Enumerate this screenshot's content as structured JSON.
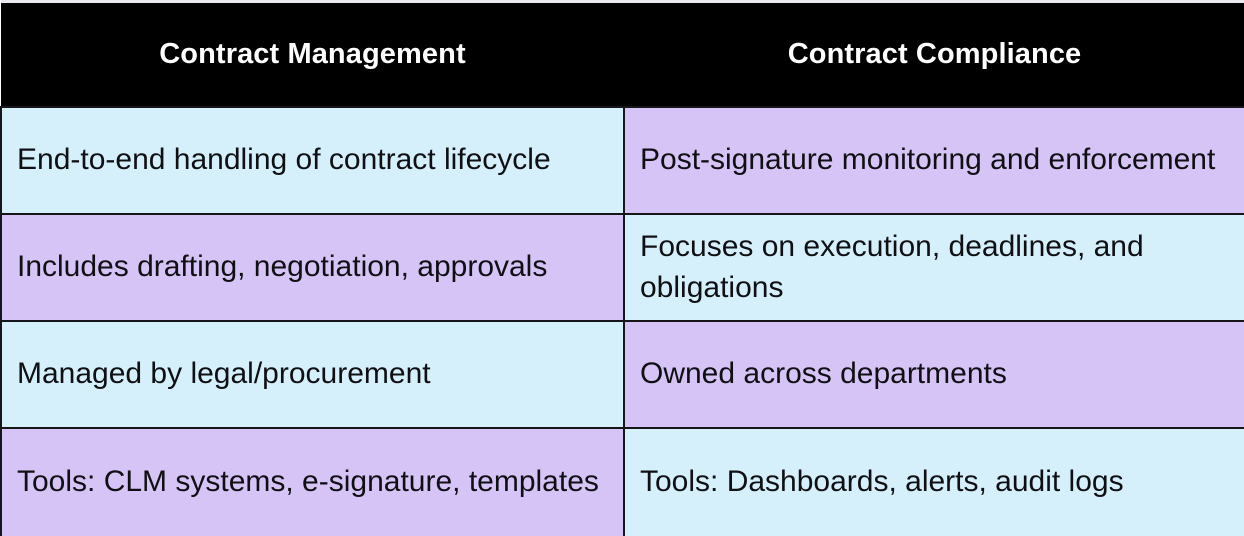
{
  "table": {
    "headers": [
      {
        "label": "Contract Management"
      },
      {
        "label": "Contract Compliance"
      }
    ],
    "rows": [
      {
        "left": {
          "text": "End-to-end handling of contract lifecycle",
          "fill": "blue"
        },
        "right": {
          "text": "Post-signature monitoring and enforcement",
          "fill": "lavender"
        }
      },
      {
        "left": {
          "text": "Includes drafting, negotiation, approvals",
          "fill": "lavender"
        },
        "right": {
          "text": "Focuses on execution, deadlines, and obligations",
          "fill": "blue"
        }
      },
      {
        "left": {
          "text": "Managed by legal/procurement",
          "fill": "blue"
        },
        "right": {
          "text": "Owned across departments",
          "fill": "lavender"
        }
      },
      {
        "left": {
          "text": "Tools: CLM systems, e-signature, templates",
          "fill": "lavender"
        },
        "right": {
          "text": "Tools: Dashboards, alerts, audit logs",
          "fill": "blue"
        }
      }
    ]
  },
  "colors": {
    "header_background": "#000000",
    "header_text": "#ffffff",
    "cell_blue": "#d5f0fa",
    "cell_lavender": "#d5c4f5",
    "border": "#15151a",
    "body_text": "#101014"
  }
}
